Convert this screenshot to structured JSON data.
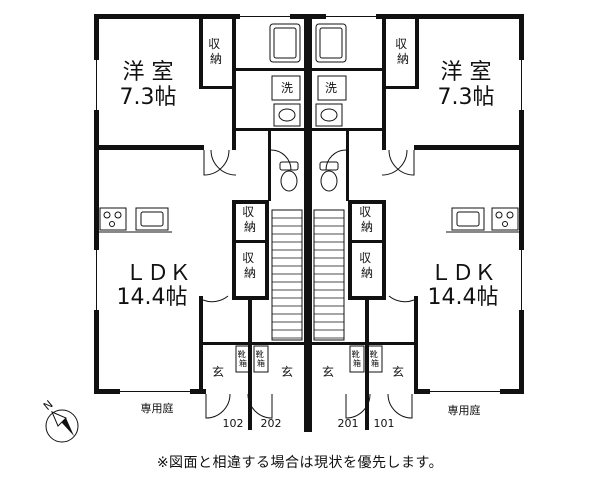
{
  "left_unit": {
    "western_room": {
      "name": "洋 室",
      "size": "7.3帖"
    },
    "ldk": {
      "name": "ＬＤＫ",
      "size": "14.4帖"
    },
    "closet_top": "収納",
    "closet_mid_a": "収納",
    "closet_mid_b": "収納",
    "washroom": "洗",
    "entrance_a": "玄",
    "entrance_b": "玄",
    "shoe_box_a": "靴箱",
    "shoe_box_b": "靴箱",
    "private_garden": "専用庭",
    "unit_numbers": [
      "102",
      "202"
    ]
  },
  "right_unit": {
    "western_room": {
      "name": "洋 室",
      "size": "7.3帖"
    },
    "ldk": {
      "name": "ＬＤＫ",
      "size": "14.4帖"
    },
    "closet_top": "収納",
    "closet_mid_a": "収納",
    "closet_mid_b": "収納",
    "washroom": "洗",
    "entrance_a": "玄",
    "entrance_b": "玄",
    "shoe_box_a": "靴箱",
    "shoe_box_b": "靴箱",
    "private_garden": "専用庭",
    "unit_numbers": [
      "201",
      "101"
    ]
  },
  "compass": {
    "label": "N"
  },
  "footer_note": "※図面と相違する場合は現状を優先します。",
  "icons": [
    "kitchen-stove-icon",
    "sink-icon",
    "toilet-icon",
    "bathtub-icon",
    "washbasin-icon",
    "north-arrow-icon",
    "stairs-icon"
  ]
}
